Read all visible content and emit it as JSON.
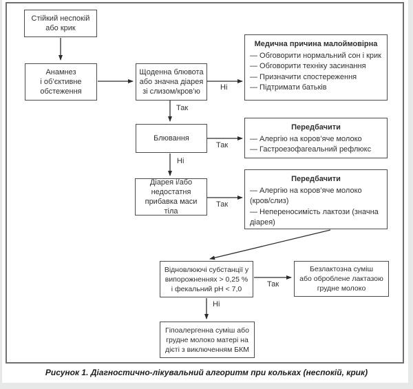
{
  "diagram": {
    "caption": "Рисунок 1. Діагностично-лікувальний алгоритм при кольках (неспокій, крик)",
    "edge_labels": {
      "no_daily_vomiting": "Ні",
      "yes_daily_vomiting": "Так",
      "yes_vomiting": "Так",
      "no_vomiting": "Ні",
      "yes_diarrhea": "Так",
      "yes_reducing": "Так",
      "no_reducing": "Ні"
    },
    "nodes": {
      "start": {
        "line1": "Стійкий неспокій",
        "line2": "або крик"
      },
      "anamnesis": {
        "line1": "Анамнез",
        "line2": "і об’єктивне",
        "line3": "обстеження"
      },
      "daily_vomiting": {
        "line1": "Щоденна блювота",
        "line2": "або значна діарея",
        "line3": "зі слизом/кров’ю"
      },
      "medical_unlikely": {
        "title": "Медична причина малоймовірна",
        "item1": "— Обговорити нормальний сон і крик",
        "item2": "— Обговорити техніку засинання",
        "item3": "— Призначити спостереження",
        "item4": "— Підтримати батьків"
      },
      "vomiting": {
        "line1": "Блювання"
      },
      "consider_reflux": {
        "title": "Передбачити",
        "item1": "— Алергію на коров’яче молоко",
        "item2": "— Гастроезофагеальний рефлюкс"
      },
      "diarrhea_weight": {
        "line1": "Діарея і/або",
        "line2": "недостатня",
        "line3": "прибавка маси тіла"
      },
      "consider_lactose": {
        "title": "Передбачити",
        "item1": "— Алергію на коров’яче молоко (кров/слиз)",
        "item2": "— Непереносимість лактози (значна діарея)"
      },
      "reducing_substances": {
        "line1": "Відновлюючі субстанції у",
        "line2": "випорожненнях > 0,25 %",
        "line3": "і фекальний pH < 7,0"
      },
      "lactose_free": {
        "line1": "Безлактозна суміш",
        "line2": "або оброблене лактазою",
        "line3": "грудне молоко"
      },
      "hypoallergenic": {
        "line1": "Гіпоалергенна суміш або",
        "line2": "грудне молоко матері на",
        "line3": "дієті з виключенням БКМ"
      }
    }
  }
}
